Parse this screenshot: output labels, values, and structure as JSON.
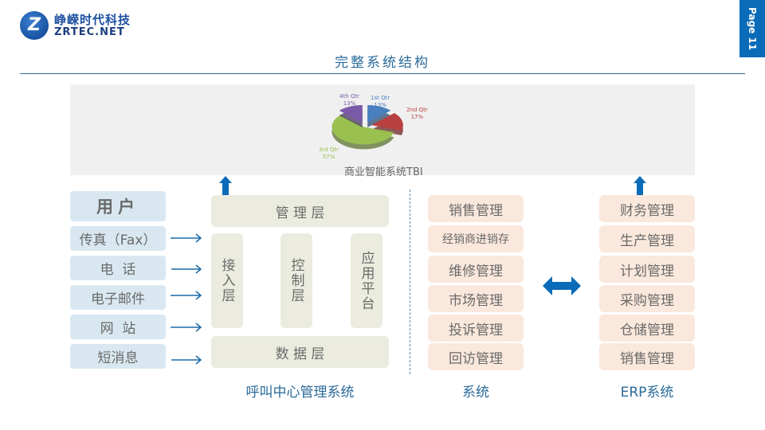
{
  "logo": {
    "mark": "Z",
    "cn": "峥嵘时代科技",
    "en": "ZRTEC.NET"
  },
  "page": "Page 11",
  "title": "完整系统结构",
  "bi": {
    "label": "商业智能系统TBI"
  },
  "chart_data": {
    "type": "pie",
    "title": "",
    "categories": [
      "1st Qtr",
      "2nd Qtr",
      "3rd Qtr",
      "4th Qtr"
    ],
    "values": [
      13,
      17,
      57,
      13
    ],
    "labels": [
      "13%",
      "17%",
      "57%",
      "13%"
    ],
    "colors": [
      "#4a7fc0",
      "#b84040",
      "#9ac050",
      "#7a5aa8"
    ]
  },
  "users": {
    "header": "用户",
    "items": [
      "传真（Fax）",
      "电  话",
      "电子邮件",
      "网  站",
      "短消息"
    ]
  },
  "call_center": {
    "top": "管 理 层",
    "cols": [
      "接入层",
      "控制层",
      "应用平台"
    ],
    "bottom": "数 据 层",
    "caption": "呼叫中心管理系统"
  },
  "system": {
    "items": [
      "销售管理",
      "经销商进销存",
      "维修管理",
      "市场管理",
      "投诉管理",
      "回访管理"
    ],
    "caption": "系统"
  },
  "erp": {
    "items": [
      "财务管理",
      "生产管理",
      "计划管理",
      "采购管理",
      "仓储管理",
      "销售管理"
    ],
    "caption": "ERP系统"
  }
}
